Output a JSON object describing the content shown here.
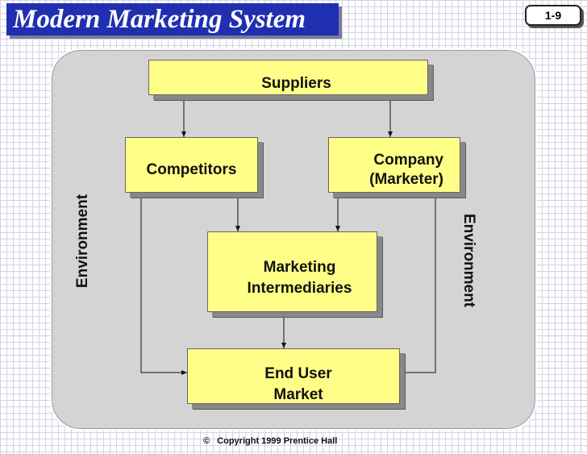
{
  "header": {
    "title": "Modern Marketing System",
    "page_number": "1-9"
  },
  "diagram": {
    "suppliers": "Suppliers",
    "competitors": "Competitors",
    "company_line1": "Company",
    "company_line2": "(Marketer)",
    "intermediaries_line1": "Marketing",
    "intermediaries_line2": "Intermediaries",
    "end_user_line1": "End User",
    "end_user_line2": "Market",
    "environment_left": "Environment",
    "environment_right": "Environment"
  },
  "footer": {
    "copyright_symbol": "©",
    "copyright_text": "Copyright 1999 Prentice Hall"
  },
  "colors": {
    "title_bg": "#1f2fb0",
    "box_fill": "#ffff88",
    "panel": "#d4d4d4"
  }
}
